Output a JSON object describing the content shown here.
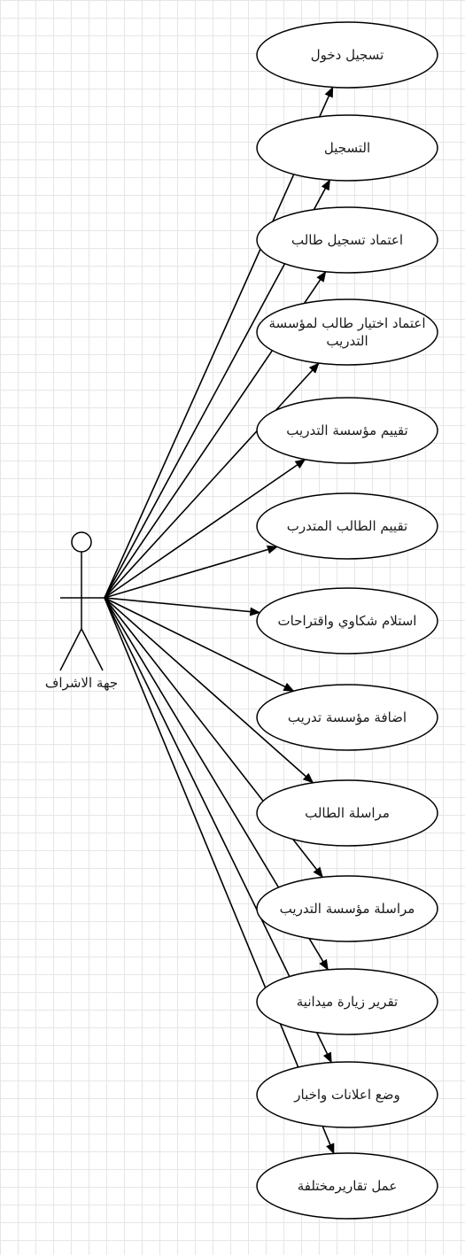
{
  "actor": {
    "label": "جهة الاشراف"
  },
  "use_cases": [
    {
      "lines": [
        "تسجيل دخول"
      ]
    },
    {
      "lines": [
        "التسجيل"
      ]
    },
    {
      "lines": [
        "اعتماد تسجيل طالب"
      ]
    },
    {
      "lines": [
        "اعتماد اختيار طالب لمؤسسة",
        "التدريب"
      ]
    },
    {
      "lines": [
        "تقييم مؤسسة التدريب"
      ]
    },
    {
      "lines": [
        "تقييم الطالب المتدرب"
      ]
    },
    {
      "lines": [
        "استلام شكاوي واقتراحات"
      ]
    },
    {
      "lines": [
        "اضافة مؤسسة تدريب"
      ]
    },
    {
      "lines": [
        "مراسلة الطالب"
      ]
    },
    {
      "lines": [
        "مراسلة مؤسسة التدريب"
      ]
    },
    {
      "lines": [
        "تقرير زيارة ميدانية"
      ]
    },
    {
      "lines": [
        "وضع اعلانات واخبار"
      ]
    },
    {
      "lines": [
        "عمل تقاريرمختلفة"
      ]
    }
  ],
  "colors": {
    "stroke": "#000000",
    "grid": "#e6e6e6",
    "background": "#ffffff"
  }
}
